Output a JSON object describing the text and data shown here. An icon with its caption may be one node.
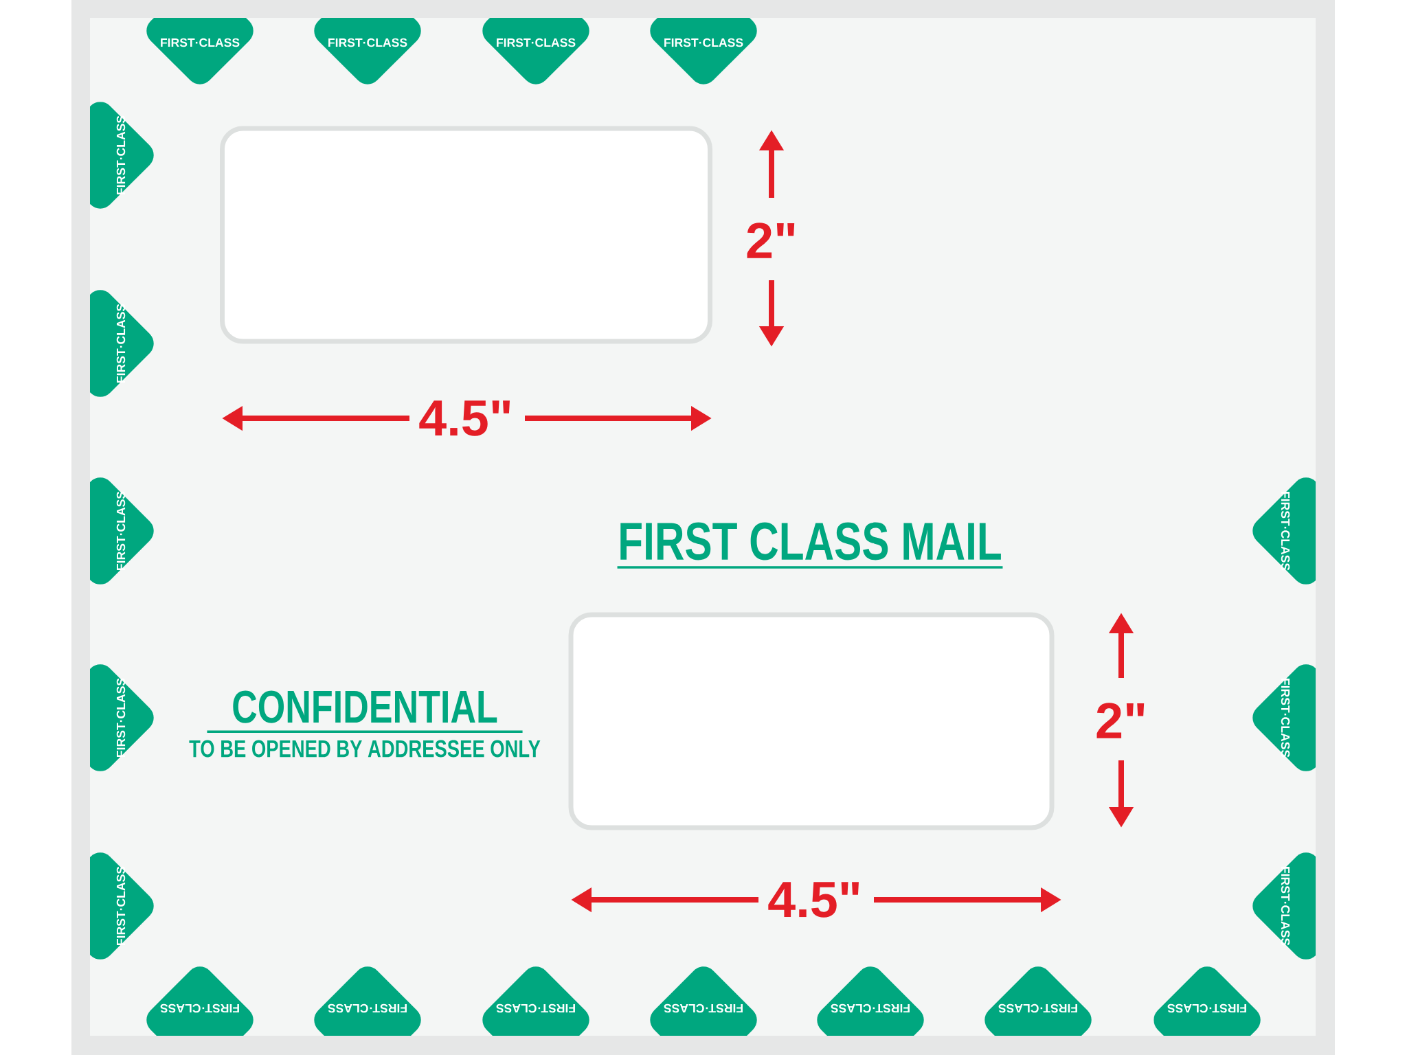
{
  "diagram": {
    "nodes": [
      {
        "text": [],
        "shape": "box"
      },
      {
        "text": [],
        "shape": "box"
      }
    ],
    "labels": [
      "FIRST·CLASS",
      "FIRST·CLASS",
      "FIRST·CLASS",
      "FIRST·CLASS",
      "FIRST·CLASS",
      "2\"",
      "FIRST·CLASS",
      "4.5\"",
      "FIRST CLASS MAIL",
      "FIRST·CLASS",
      "FIRST·CLASS",
      "CONFIDENTIAL",
      "TO BE OPENED BY ADDRESSEE ONLY",
      "2\"",
      "FIRST·CLASS",
      "FIRST·CLASS",
      "4.5\"",
      "FIRST·CLASS",
      "FIRST·CLASS",
      "FIRST·CLASS",
      "FIRST·CLASS",
      "FIRST·CLASS",
      "FIRST·CLASS",
      "FIRST·CLASS",
      "FIRST·CLASS",
      "FIRST·CLASS"
    ]
  }
}
